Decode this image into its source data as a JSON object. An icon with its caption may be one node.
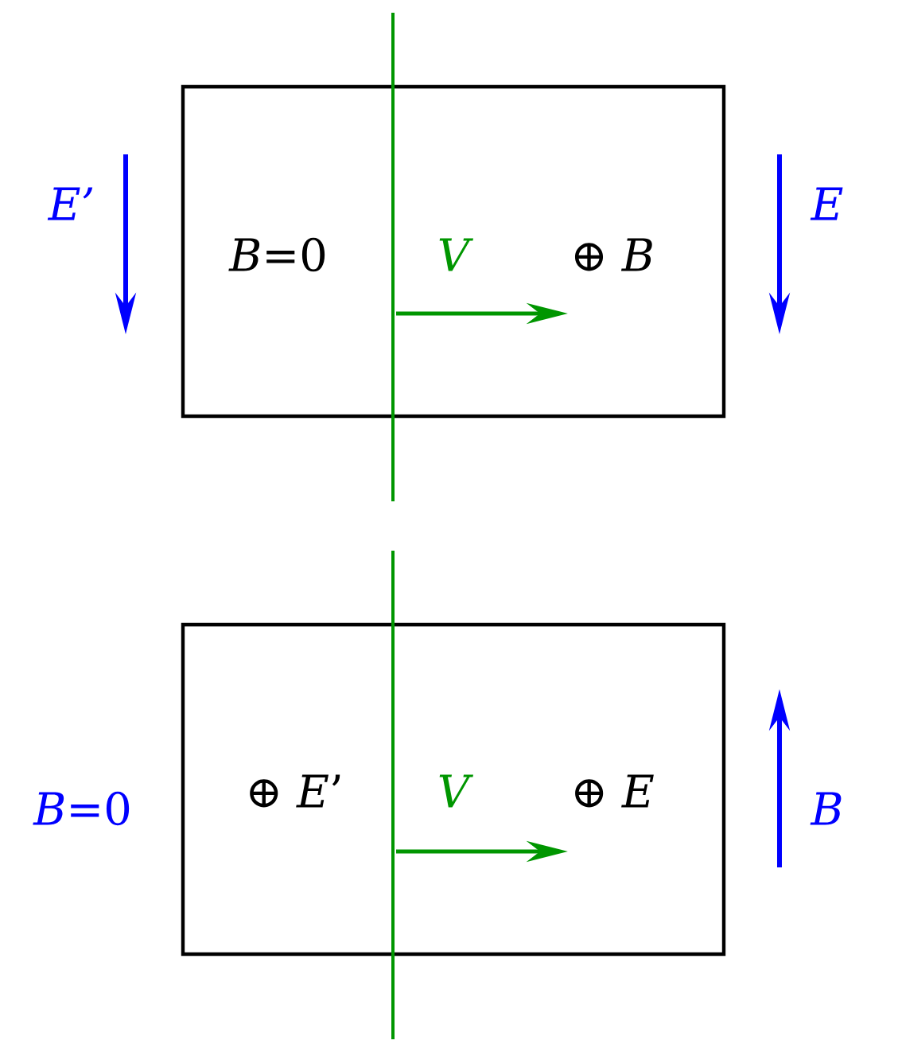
{
  "diagram": {
    "nodes": [
      {
        "text": [
          "*B*=0",
          "V",
          "⊕ *B*"
        ]
      },
      {
        "text": [
          "⊕ *E*’",
          "V",
          "⊕ *E*"
        ]
      }
    ],
    "labels": [
      "E’",
      "E",
      "*B*=0",
      "B"
    ]
  }
}
